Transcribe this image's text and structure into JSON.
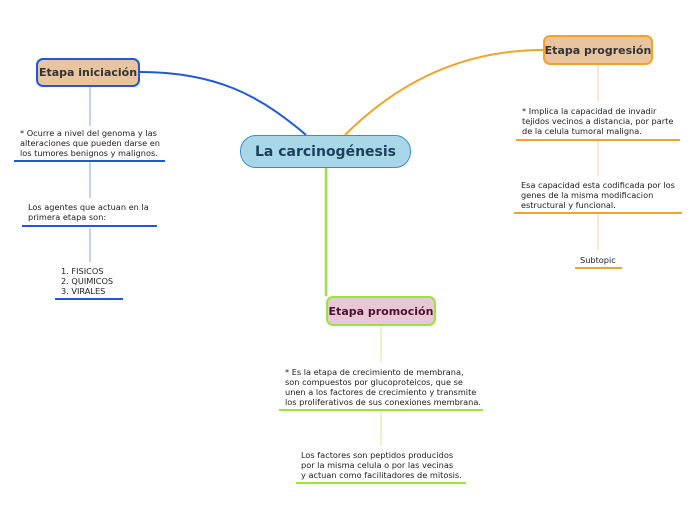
{
  "central": "La carcinogénesis",
  "iniciacion": {
    "title": "Etapa iniciación",
    "items": [
      "* Ocurre a nivel del genoma y las\nalteraciones que pueden darse en\nlos tumores benignos y malignos.",
      "Los agentes que actuan en la\nprimera etapa son:",
      "1. FISICOS\n2. QUIMICOS\n3. VIRALES"
    ]
  },
  "progresion": {
    "title": "Etapa progresión",
    "items": [
      "* Implica la capacidad de invadir\ntejidos vecinos a distancia, por parte\nde la celula tumoral maligna.",
      "Esa capacidad esta codificada por los\ngenes de la misma modificacion\nestructural y funcional.",
      "Subtopic"
    ]
  },
  "promocion": {
    "title": "Etapa promoción",
    "items": [
      "* Es la etapa de crecimiento de membrana,\nson compuestos por glucoproteicos, que se\nunen a los factores de crecimiento y transmite\nlos proliferativos de sus conexiones membrana.",
      "Los factores son peptidos producidos\npor la misma celula o por las vecinas\ny actuan como facilitadores de mitosis."
    ]
  },
  "colors": {
    "iniciacion": "#2059d6",
    "progresion": "#f2a32e",
    "promocion": "#98e63c",
    "central_fill": "#a8d8e8"
  }
}
